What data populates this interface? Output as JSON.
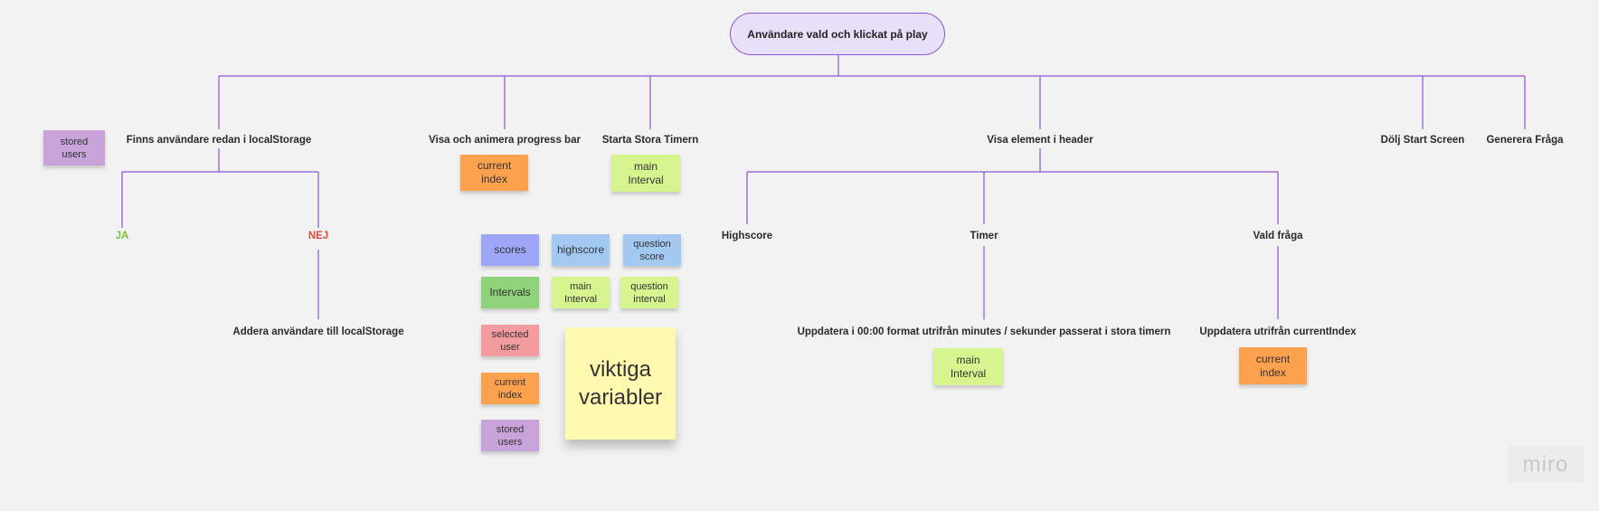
{
  "root": {
    "label": "Användare vald och klickat på play"
  },
  "branches": [
    {
      "label": "Finns användare redan i localStorage"
    },
    {
      "label": "Visa och animera progress bar"
    },
    {
      "label": "Starta Stora Timern"
    },
    {
      "label": "Visa element i header"
    },
    {
      "label": "Dölj Start Screen"
    },
    {
      "label": "Generera Fråga"
    }
  ],
  "localstorage_children": {
    "yes": "JA",
    "no": "NEJ",
    "add": "Addera användare till localStorage"
  },
  "header_children": [
    {
      "label": "Highscore"
    },
    {
      "label": "Timer"
    },
    {
      "label": "Vald fråga"
    }
  ],
  "header_details": {
    "timer": "Uppdatera i 00:00 format utrifrån minutes / sekunder passerat i stora timern",
    "question": "Uppdatera utrifrån currentIndex"
  },
  "stickies": {
    "stored_users_left": "stored\nusers",
    "current_index_progress": "current\nindex",
    "main_interval_timer": "main\nInterval",
    "main_interval_header": "main\nInterval",
    "current_index_header": "current\nindex"
  },
  "variables_legend": {
    "title": "viktiga\nvariabler",
    "items": {
      "scores": "scores",
      "highscore": "highscore",
      "question_score": "question\nscore",
      "intervals": "Intervals",
      "main_interval": "main\nInterval",
      "question_interval": "question\ninterval",
      "selected_user": "selected\nuser",
      "current_index": "current\nindex",
      "stored_users": "stored\nusers"
    }
  },
  "colors": {
    "connector": "#8a55d6",
    "yes": "#78c040",
    "no": "#d84a3a"
  },
  "watermark": "miro"
}
